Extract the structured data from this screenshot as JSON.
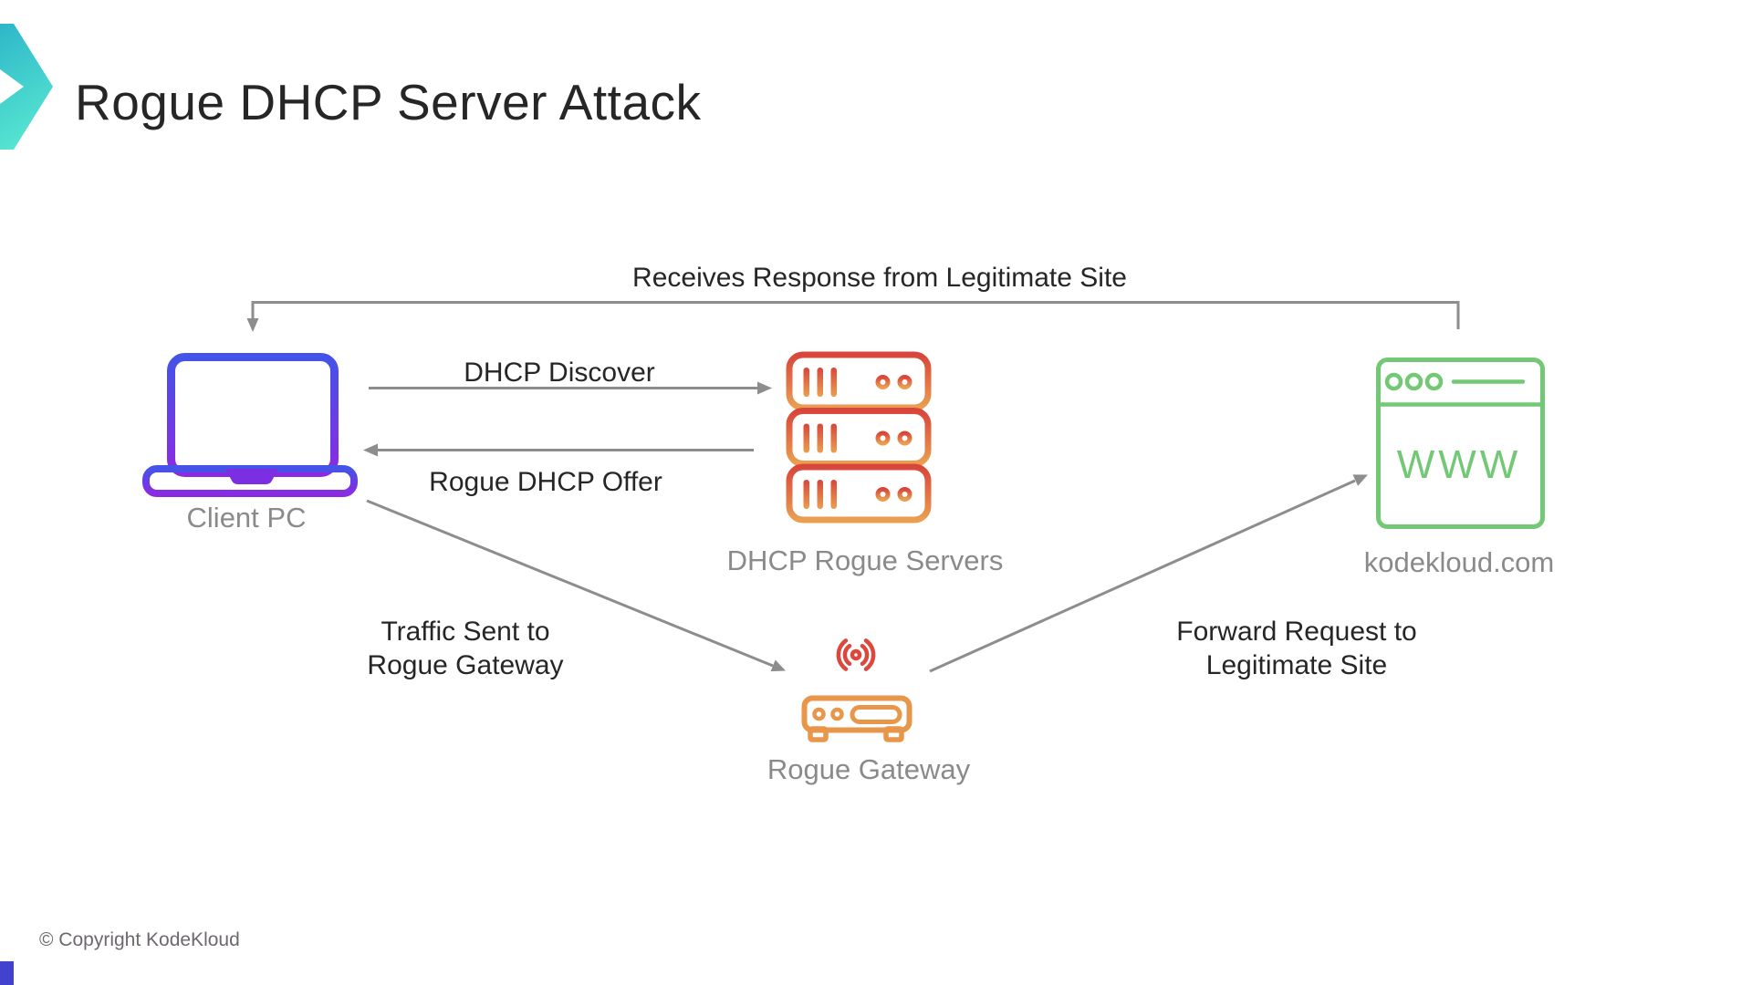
{
  "slide": {
    "title": "Rogue DHCP Server Attack",
    "copyright": "© Copyright KodeKloud"
  },
  "nodes": {
    "client_pc": {
      "label": "Client PC"
    },
    "dhcp_rogue_servers": {
      "label": "DHCP Rogue Servers"
    },
    "legitimate_site": {
      "label": "kodekloud.com",
      "browser_text": "WWW"
    },
    "rogue_gateway": {
      "label": "Rogue Gateway"
    }
  },
  "flows": {
    "receives_response": {
      "label": "Receives Response from Legitimate Site"
    },
    "dhcp_discover": {
      "label": "DHCP Discover"
    },
    "rogue_dhcp_offer": {
      "label": "Rogue DHCP Offer"
    },
    "traffic_to_rogue_gateway": {
      "label": "Traffic Sent to\nRogue Gateway"
    },
    "forward_request": {
      "label": "Forward Request to\nLegitimate Site"
    }
  },
  "colors": {
    "logo_teal_top": "#2eb6c9",
    "logo_teal_bottom": "#55e5d1",
    "laptop_blue": "#4453e8",
    "laptop_purple": "#8a2be2",
    "laptop_notch_purple": "#7b2ee2",
    "server_red": "#d8463b",
    "server_orange": "#ea9f50",
    "router_red": "#dc483d",
    "router_orange": "#e8964a",
    "site_green": "#72c874",
    "arrow_gray": "#8d8d8d",
    "node_label_gray": "#8a8a8a",
    "text_dark": "#262626",
    "copyright_gray": "#6d686e",
    "corner_square_blue": "#4242cf"
  }
}
